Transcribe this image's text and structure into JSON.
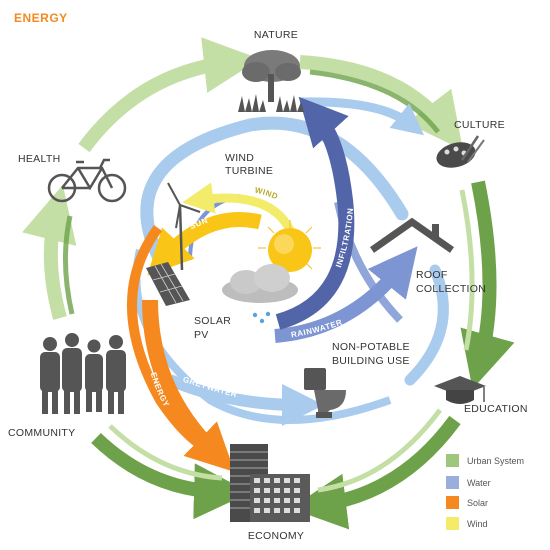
{
  "title": "ENERGY",
  "nodes": {
    "nature": "NATURE",
    "culture": "CULTURE",
    "health": "HEALTH",
    "education": "EDUCATION",
    "community": "COMMUNITY",
    "economy": "ECONOMY"
  },
  "elements": {
    "wind_turbine": [
      "WIND",
      "TURBINE"
    ],
    "roof_collection": [
      "ROOF",
      "COLLECTION"
    ],
    "solar_pv": [
      "SOLAR",
      "PV"
    ],
    "non_potable": [
      "NON-POTABLE",
      "BUILDING USE"
    ]
  },
  "flows": {
    "wind": "WIND",
    "sun": "SUN",
    "infiltration": "INFILTRATION",
    "rainwater": "RAINWATER",
    "greywater": "GREYWATER",
    "energy": "ENERGY"
  },
  "legend": [
    {
      "label": "Urban System",
      "color": "#9dc77a"
    },
    {
      "label": "Water",
      "color": "#9aaedc"
    },
    {
      "label": "Solar",
      "color": "#f5891f"
    },
    {
      "label": "Wind",
      "color": "#f2ec6a"
    }
  ],
  "colors": {
    "title": "#f5891f",
    "urban_light": "#c4dfa5",
    "urban_dark": "#6ea24a",
    "water_light": "#a9cbee",
    "water_dark": "#5265a8",
    "solar": "#f5891f",
    "sun_yellow": "#f9c516",
    "wind": "#f2ec6a"
  }
}
